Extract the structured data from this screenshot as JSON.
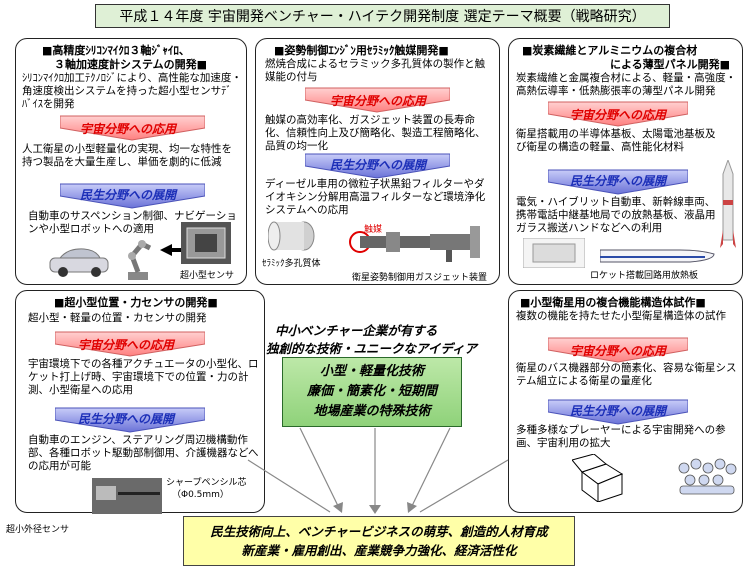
{
  "title": "平成１４年度 宇宙開発ベンチャー・ハイテク開発制度 選定テーマ概要（戦略研究）",
  "labels": {
    "space_app": "宇宙分野への応用",
    "civil_app": "民生分野への展開"
  },
  "panel1": {
    "title_line1": "■高精度ｼﾘｺﾝﾏｲｸﾛ３軸ｼﾞｬｲﾛ、",
    "title_line2": "３軸加速度計システムの開発■",
    "desc": "ｼﾘｺﾝﾏｲｸﾛ加工ﾃｸﾉﾛｼﾞにより、高性能な加速度・角速度検出システムを持った超小型センサﾃﾞﾊﾞｲｽを開発",
    "space": "人工衛星の小型軽量化の実現、均一な特性を持つ製品を大量生産し、単価を劇的に低減",
    "civil": "自動車のサスペンション制御、ナビゲーションや小型ロボットへの適用",
    "caption": "超小型センサ"
  },
  "panel2": {
    "title": "■姿勢制御ｴﾝｼﾞﾝ用ｾﾗﾐｯｸ触媒開発■",
    "desc": "燃焼合成によるセラミック多孔質体の製作と触媒能の付与",
    "space": "触媒の高効率化、ガスジェット装置の長寿命化、信頼性向上及び簡略化、製造工程簡略化、品質の均一化",
    "civil": "ディーゼル車用の微粒子状黒鉛フィルターやダイオキシン分解用高温フィルターなど環境浄化システムへの応用",
    "cap_catalyst": "触媒",
    "cap_porous": "ｾﾗﾐｯｸ多孔質体",
    "cap_device": "衛星姿勢制御用ガスジェット装置"
  },
  "panel3": {
    "title_line1": "■炭素繊維とアルミニウムの複合材",
    "title_line2": "による薄型パネル開発■",
    "desc": "炭素繊維と金属複合材による、軽量・高強度・高熱伝導率・低熱膨張率の薄型パネル開発",
    "space": "衛星搭載用の半導体基板、太陽電池基板及び衛星の構造の軽量、高性能化材料",
    "civil": "電気・ハイブリット自動車、新幹線車両、携帯電話中継基地局での放熱基板、液晶用ガラス搬送ハンドなどへの利用",
    "caption": "ロケット搭載回路用放熱板"
  },
  "panel4": {
    "title": "■超小型位置・力センサの開発■",
    "desc": "超小型・軽量の位置・カセンサの開発",
    "space": "宇宙環境下での各種アクチュエータの小型化、ロケット打上げ時、宇宙環境下での位置・力の計測、小型衛星への応用",
    "civil": "自動車のエンジン、ステアリング周辺機構動作部、各種ロボット駆動部制御用、介護機器などへの応用が可能",
    "cap_pencil_1": "シャープペンシル芯",
    "cap_pencil_2": "（Φ0.5mm）",
    "cap_sensor": "超小外径センサ"
  },
  "panel5": {
    "title": "■小型衛星用の複合機能構造体試作■",
    "desc": "複数の機能を持たせた小型衛星構造体の試作",
    "space": "衛星のバス機器部分の簡素化、容易な衛星システム組立による衛星の量産化",
    "civil": "多種多様なプレーヤーによる宇宙開発への参画、宇宙利用の拡大"
  },
  "center": {
    "head1": "中小ベンチャー企業が有する",
    "head2": "独創的な技術・ユニークなアイディア",
    "line1": "小型・軽量化技術",
    "line2": "廉価・簡素化・短期間",
    "line3": "地場産業の特殊技術"
  },
  "bottom": {
    "line1": "民生技術向上、ベンチャービジネスの萌芽、創造的人材育成",
    "line2": "新産業・雇用創出、産業競争力強化、経済活性化"
  },
  "colors": {
    "space_text": "#e00000",
    "civil_text": "#1c2fb8",
    "space_arrow": "#ffb0b0",
    "civil_arrow": "#9aa0e8",
    "title_bg": "#dff0d6",
    "center_bg": "#8fd27a",
    "bottom_bg": "#ffffa8"
  }
}
